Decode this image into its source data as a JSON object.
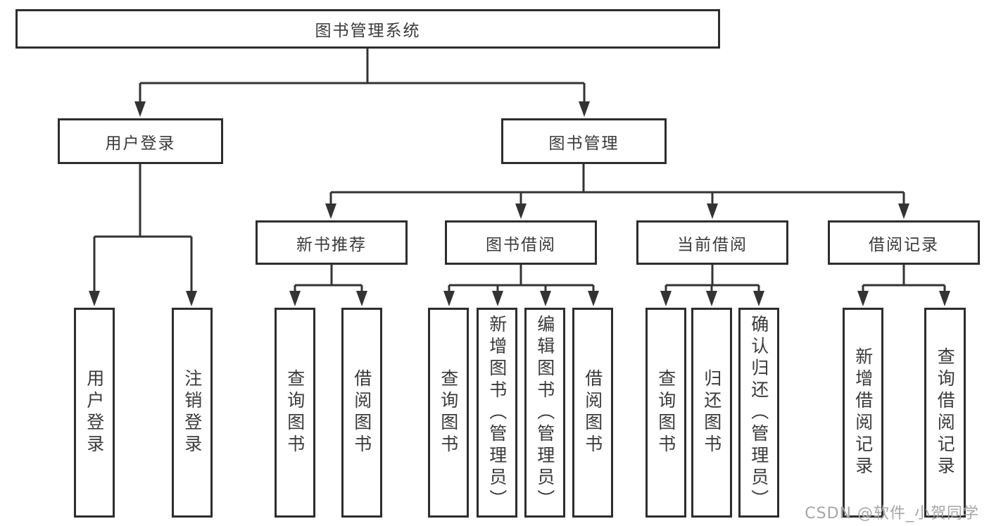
{
  "tree": {
    "label": "图书管理系统",
    "children": [
      {
        "label": "用户登录",
        "children": [
          {
            "label": "用户登录"
          },
          {
            "label": "注销登录"
          }
        ]
      },
      {
        "label": "图书管理",
        "children": [
          {
            "label": "新书推荐",
            "children": [
              {
                "label": "查询图书"
              },
              {
                "label": "借阅图书"
              }
            ]
          },
          {
            "label": "图书借阅",
            "children": [
              {
                "label": "查询图书"
              },
              {
                "label": "新增图书（管理员）"
              },
              {
                "label": "编辑图书（管理员）"
              },
              {
                "label": "借阅图书"
              }
            ]
          },
          {
            "label": "当前借阅",
            "children": [
              {
                "label": "查询图书"
              },
              {
                "label": "归还图书"
              },
              {
                "label": "确认归还（管理员）"
              }
            ]
          },
          {
            "label": "借阅记录",
            "children": [
              {
                "label": "新增借阅记录"
              },
              {
                "label": "查询借阅记录"
              }
            ]
          }
        ]
      }
    ]
  },
  "watermark": "CSDN @软件_小贺同学",
  "colors": {
    "line": "#333333",
    "box_border": "#2d2d2d",
    "text": "#3a3a3a",
    "watermark": "#a6a6a6",
    "background": "#ffffff"
  }
}
